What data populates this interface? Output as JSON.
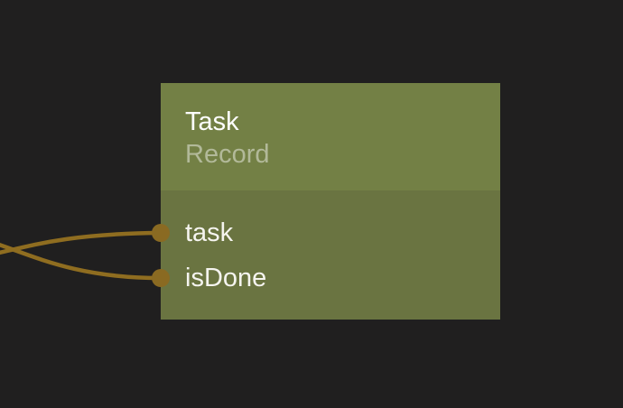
{
  "canvas": {
    "background_color": "#201f1f"
  },
  "colors": {
    "background": "#201f1f",
    "node_header": "#738045",
    "node_body": "#6a7441",
    "wire": "#8f6d20",
    "port": "#8a6a22",
    "title_text": "#ffffff",
    "subtitle_text": "#b2b999",
    "port_label_text": "#f5f4ef"
  },
  "node": {
    "title": "Task",
    "subtitle": "Record",
    "ports": [
      {
        "label": "task",
        "side": "left",
        "type": "input"
      },
      {
        "label": "isDone",
        "side": "left",
        "type": "input"
      }
    ]
  },
  "connections": [
    {
      "to_port": "task",
      "from": "off-screen-left"
    },
    {
      "to_port": "isDone",
      "from": "off-screen-left"
    }
  ]
}
